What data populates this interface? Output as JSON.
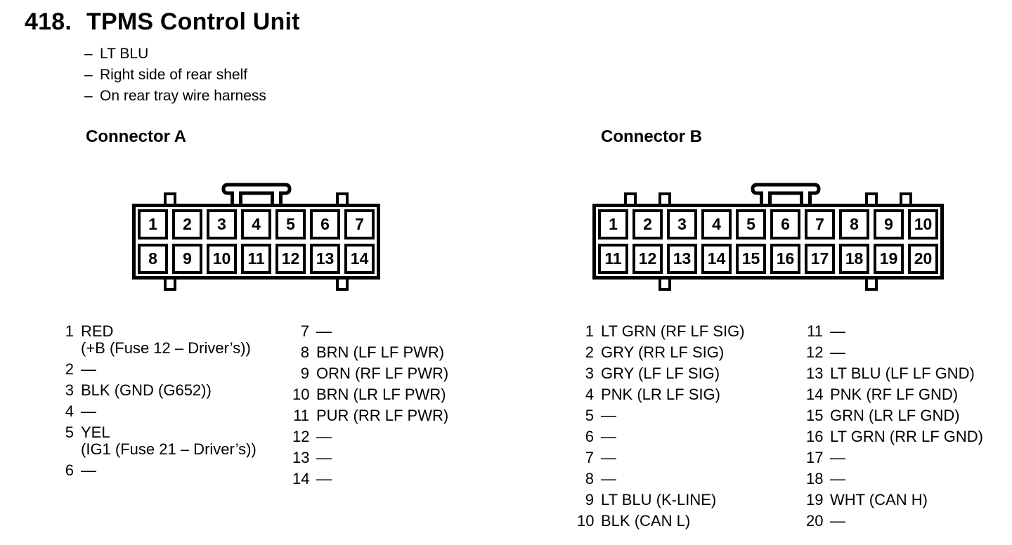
{
  "page": {
    "section_number": "418.",
    "title": "TPMS Control Unit",
    "bullet_dash": "–",
    "bullets": [
      "LT BLU",
      "Right side of rear shelf",
      "On rear tray wire harness"
    ]
  },
  "connectors": [
    {
      "heading": "Connector A",
      "pin_rows": [
        [
          "1",
          "2",
          "3",
          "4",
          "5",
          "6",
          "7"
        ],
        [
          "8",
          "9",
          "10",
          "11",
          "12",
          "13",
          "14"
        ]
      ],
      "top_tabs": [
        1,
        6
      ],
      "bottom_tabs": [
        1,
        6
      ],
      "latch_over_pin": 4,
      "pins_left": [
        {
          "n": "1",
          "lines": [
            "RED",
            "(+B (Fuse 12 – Driver’s))"
          ]
        },
        {
          "n": "2",
          "lines": [
            "—"
          ]
        },
        {
          "n": "3",
          "lines": [
            "BLK (GND (G652))"
          ]
        },
        {
          "n": "4",
          "lines": [
            "—"
          ]
        },
        {
          "n": "5",
          "lines": [
            "YEL",
            "(IG1 (Fuse 21 – Driver’s))"
          ]
        },
        {
          "n": "6",
          "lines": [
            "—"
          ]
        }
      ],
      "pins_right": [
        {
          "n": "7",
          "lines": [
            "—"
          ]
        },
        {
          "n": "8",
          "lines": [
            "BRN (LF LF PWR)"
          ]
        },
        {
          "n": "9",
          "lines": [
            "ORN (RF LF PWR)"
          ]
        },
        {
          "n": "10",
          "lines": [
            "BRN (LR LF PWR)"
          ]
        },
        {
          "n": "11",
          "lines": [
            "PUR (RR LF PWR)"
          ]
        },
        {
          "n": "12",
          "lines": [
            "—"
          ]
        },
        {
          "n": "13",
          "lines": [
            "—"
          ]
        },
        {
          "n": "14",
          "lines": [
            "—"
          ]
        }
      ]
    },
    {
      "heading": "Connector B",
      "pin_rows": [
        [
          "1",
          "2",
          "3",
          "4",
          "5",
          "6",
          "7",
          "8",
          "9",
          "10"
        ],
        [
          "11",
          "12",
          "13",
          "14",
          "15",
          "16",
          "17",
          "18",
          "19",
          "20"
        ]
      ],
      "top_tabs": [
        1,
        2,
        8,
        9
      ],
      "bottom_tabs": [
        2,
        8
      ],
      "latch_over_pin": 6,
      "pins_left": [
        {
          "n": "1",
          "lines": [
            "LT GRN (RF LF SIG)"
          ]
        },
        {
          "n": "2",
          "lines": [
            "GRY (RR LF SIG)"
          ]
        },
        {
          "n": "3",
          "lines": [
            "GRY (LF LF SIG)"
          ]
        },
        {
          "n": "4",
          "lines": [
            "PNK (LR LF SIG)"
          ]
        },
        {
          "n": "5",
          "lines": [
            "—"
          ]
        },
        {
          "n": "6",
          "lines": [
            "—"
          ]
        },
        {
          "n": "7",
          "lines": [
            "—"
          ]
        },
        {
          "n": "8",
          "lines": [
            "—"
          ]
        },
        {
          "n": "9",
          "lines": [
            "LT BLU (K-LINE)"
          ]
        },
        {
          "n": "10",
          "lines": [
            "BLK (CAN L)"
          ]
        }
      ],
      "pins_right": [
        {
          "n": "11",
          "lines": [
            "—"
          ]
        },
        {
          "n": "12",
          "lines": [
            "—"
          ]
        },
        {
          "n": "13",
          "lines": [
            "LT BLU (LF LF GND)"
          ]
        },
        {
          "n": "14",
          "lines": [
            "PNK (RF LF GND)"
          ]
        },
        {
          "n": "15",
          "lines": [
            "GRN (LR LF GND)"
          ]
        },
        {
          "n": "16",
          "lines": [
            "LT GRN (RR LF GND)"
          ]
        },
        {
          "n": "17",
          "lines": [
            "—"
          ]
        },
        {
          "n": "18",
          "lines": [
            "—"
          ]
        },
        {
          "n": "19",
          "lines": [
            "WHT (CAN H)"
          ]
        },
        {
          "n": "20",
          "lines": [
            "—"
          ]
        }
      ]
    }
  ],
  "colors": {
    "ink": "#000000",
    "paper": "#ffffff"
  }
}
